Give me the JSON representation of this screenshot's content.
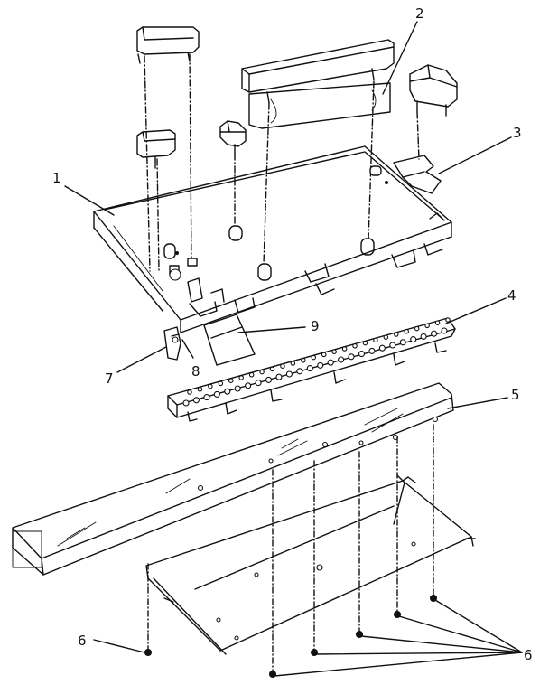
{
  "callouts": [
    {
      "id": "1",
      "label": "1"
    },
    {
      "id": "2",
      "label": "2"
    },
    {
      "id": "3",
      "label": "3"
    },
    {
      "id": "4",
      "label": "4"
    },
    {
      "id": "5",
      "label": "5"
    },
    {
      "id": "6a",
      "label": "6"
    },
    {
      "id": "6b",
      "label": "6"
    },
    {
      "id": "7",
      "label": "7"
    },
    {
      "id": "8",
      "label": "8"
    },
    {
      "id": "9",
      "label": "9"
    }
  ]
}
